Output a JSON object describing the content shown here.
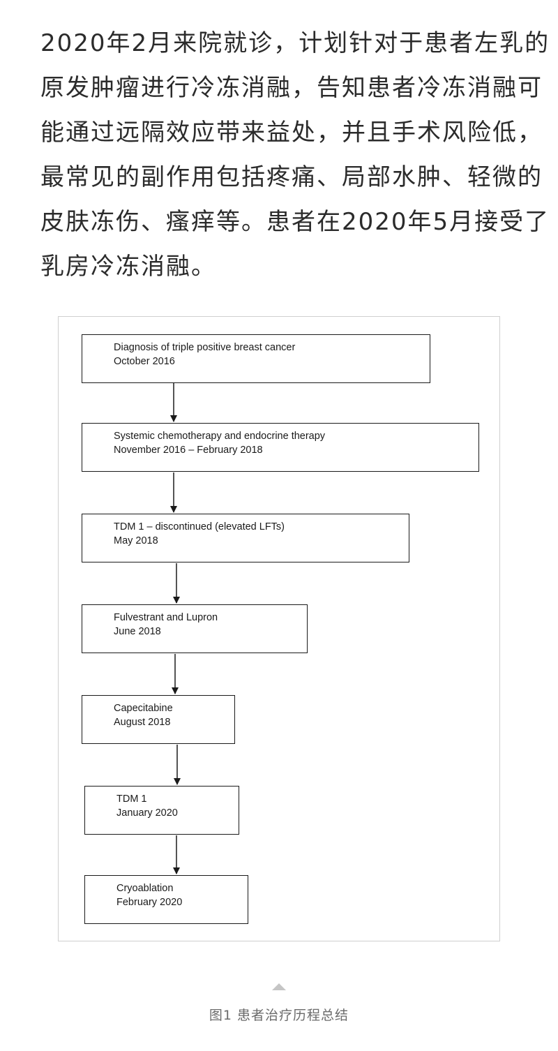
{
  "intro": {
    "lines": [
      "2020年2月来院就诊，计划针对于患者左乳的",
      "原发肿瘤进行冷冻消融，告知患者冷冻消融可",
      "能通过远隔效应带来益处，并且手术风险低，",
      "最常见的副作用包括疼痛、局部水肿、轻微的",
      "皮肤冻伤、瘙痒等。患者在2020年5月接受了",
      "乳房冷冻消融。"
    ]
  },
  "flowchart": {
    "steps": [
      {
        "event": "Diagnosis of triple positive breast cancer",
        "date": "October 2016"
      },
      {
        "event": "Systemic chemotherapy and endocrine therapy",
        "date": "November 2016 – February 2018"
      },
      {
        "event": "TDM 1 – discontinued (elevated LFTs)",
        "date": "May 2018"
      },
      {
        "event": "Fulvestrant and Lupron",
        "date": "June 2018"
      },
      {
        "event": "Capecitabine",
        "date": "August 2018"
      },
      {
        "event": "TDM 1",
        "date": "January 2020"
      },
      {
        "event": "Cryoablation",
        "date": "February 2020"
      }
    ]
  },
  "caption": {
    "text": "图1  患者治疗历程总结"
  }
}
